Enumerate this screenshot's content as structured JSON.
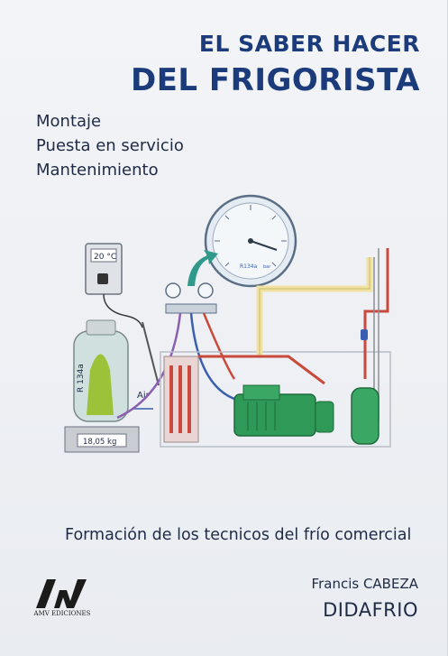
{
  "cover": {
    "title_line1": "EL SABER HACER",
    "title_line2": "DEL FRIGORISTA",
    "subtitles": [
      "Montaje",
      "Puesta en servicio",
      "Mantenimiento"
    ],
    "tagline": "Formación de los tecnicos del frío comercial",
    "author": "Francis CABEZA",
    "publisher": "DIDAFRIO",
    "logo_text": "AMV EDICIONES"
  },
  "diagram": {
    "thermostat_reading": "20 °C",
    "cylinder_label": "R 134a",
    "scale_reading": "18,05 kg",
    "air_label": "Air",
    "gauge_label": "R134a",
    "gauge_unit": "bar"
  },
  "colors": {
    "title_blue": "#1b3b7a",
    "text_dark": "#1f2a44",
    "compressor_green": "#2f9a58",
    "pipe_yellow": "#f1e2a3",
    "pipe_red": "#c94a3c",
    "pipe_blue": "#3b5fb0"
  }
}
